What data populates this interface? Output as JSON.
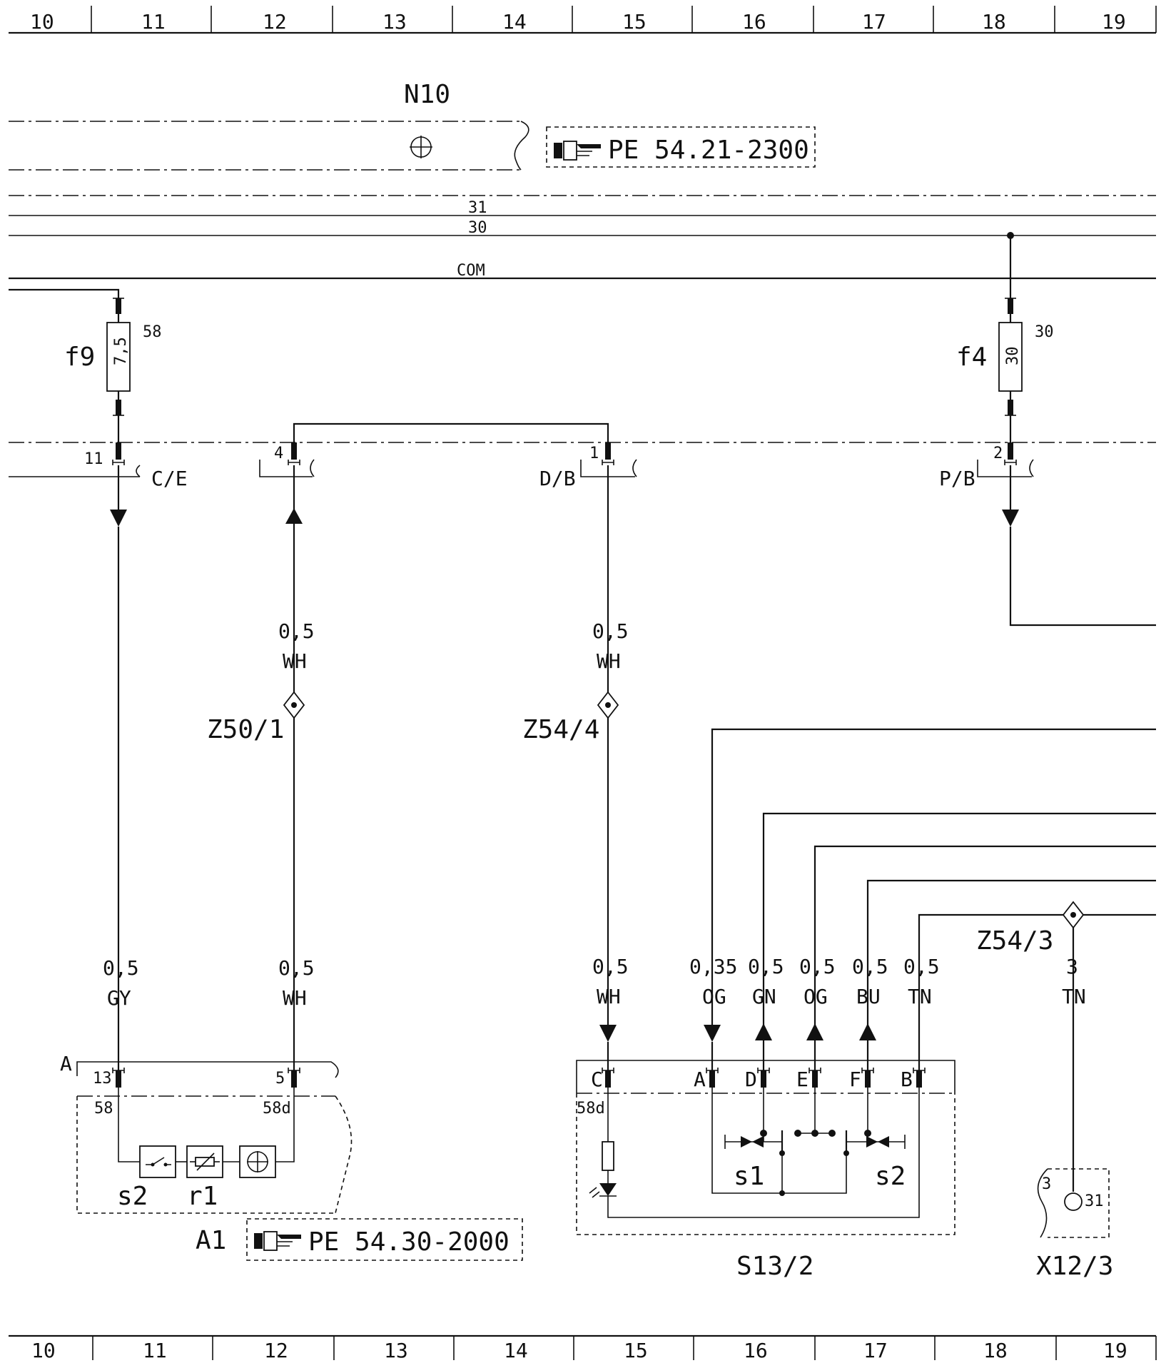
{
  "grid_top": [
    "10",
    "11",
    "12",
    "13",
    "14",
    "15",
    "16",
    "17",
    "18",
    "19"
  ],
  "grid_bottom": [
    "10",
    "11",
    "12",
    "13",
    "14",
    "15",
    "16",
    "17",
    "18",
    "19"
  ],
  "module_n10": {
    "label": "N10",
    "ref": "PE 54.21-2300"
  },
  "buses": {
    "b31": "31",
    "b30": "30",
    "com": "COM"
  },
  "fuses": {
    "f9": {
      "label": "f9",
      "rating": "7,5",
      "terminal": "58",
      "pin": "11",
      "connector": "C/E"
    },
    "f4": {
      "label": "f4",
      "rating": "30",
      "terminal": "30",
      "pin": "2",
      "connector": "P/B"
    }
  },
  "connectors_top": {
    "pin4": {
      "pin": "4"
    },
    "pin1": {
      "pin": "1",
      "connector": "D/B"
    }
  },
  "wires": {
    "w1_upper": {
      "size": "0,5",
      "color": "WH"
    },
    "w2_upper": {
      "size": "0,5",
      "color": "WH"
    },
    "w_gy": {
      "size": "0,5",
      "color": "GY"
    },
    "w_wh1": {
      "size": "0,5",
      "color": "WH"
    },
    "w_wh2": {
      "size": "0,5",
      "color": "WH"
    },
    "w_og1": {
      "size": "0,35",
      "color": "OG"
    },
    "w_gn": {
      "size": "0,5",
      "color": "GN"
    },
    "w_og2": {
      "size": "0,5",
      "color": "OG"
    },
    "w_bu": {
      "size": "0,5",
      "color": "BU"
    },
    "w_tn1": {
      "size": "0,5",
      "color": "TN"
    },
    "w_tn2": {
      "size": "3",
      "color": "TN"
    }
  },
  "splices": {
    "z50": "Z50/1",
    "z54_4": "Z54/4",
    "z54_3": "Z54/3"
  },
  "a1": {
    "label": "A1",
    "ref": "PE 54.30-2000",
    "connector": "A",
    "pin13": "13",
    "pin5": "5",
    "term58": "58",
    "term58d": "58d",
    "s2": "s2",
    "r1": "r1"
  },
  "s13": {
    "label": "S13/2",
    "pins": [
      "C",
      "A",
      "D",
      "E",
      "F",
      "B"
    ],
    "term58d": "58d",
    "s1": "s1",
    "s2": "s2"
  },
  "x12": {
    "label": "X12/3",
    "pin": "3",
    "term": "31"
  },
  "icons": [
    "ground-symbol-icon",
    "pointing-hand-icon",
    "switch-icon",
    "resistor-icon",
    "motor-icon",
    "led-icon",
    "arrow-icon"
  ]
}
